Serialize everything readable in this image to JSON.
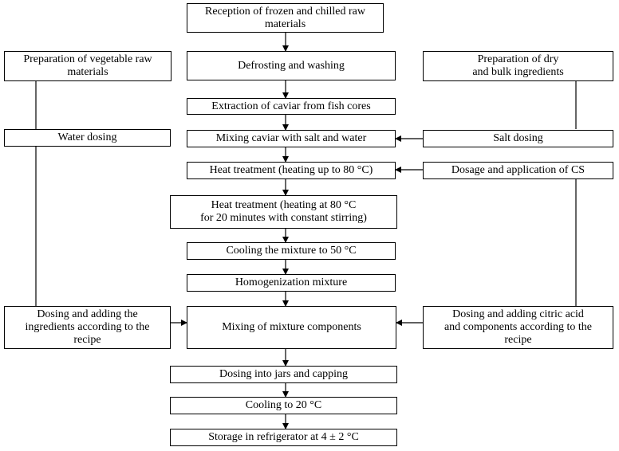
{
  "diagram": {
    "center": {
      "reception": "Reception of frozen and chilled raw\nmaterials",
      "defrosting": "Defrosting and washing",
      "extraction": "Extraction of caviar from fish cores",
      "mixing_salt": "Mixing caviar with salt and water",
      "heat_80": "Heat treatment (heating up to 80 °C)",
      "heat_20min": "Heat treatment (heating at 80 °C\nfor 20 minutes with constant stirring)",
      "cooling_50": "Cooling the mixture to 50 °C",
      "homogenization": "Homogenization mixture",
      "mixing_components": "Mixing of mixture components",
      "dosing_jars": "Dosing into jars and capping",
      "cooling_20": "Cooling to 20 °C",
      "storage": "Storage in refrigerator at 4 ± 2 °C"
    },
    "left": {
      "veg_prep": "Preparation of vegetable raw\nmaterials",
      "water_dosing": "Water dosing",
      "dosing_ingredients": "Dosing and adding the\ningredients according to the\nrecipe"
    },
    "right": {
      "dry_prep": "Preparation of dry\nand bulk ingredients",
      "salt_dosing": "Salt dosing",
      "cs_dosage": "Dosage and application of CS",
      "citric_acid": "Dosing and adding citric acid\nand components according to the\nrecipe"
    }
  }
}
